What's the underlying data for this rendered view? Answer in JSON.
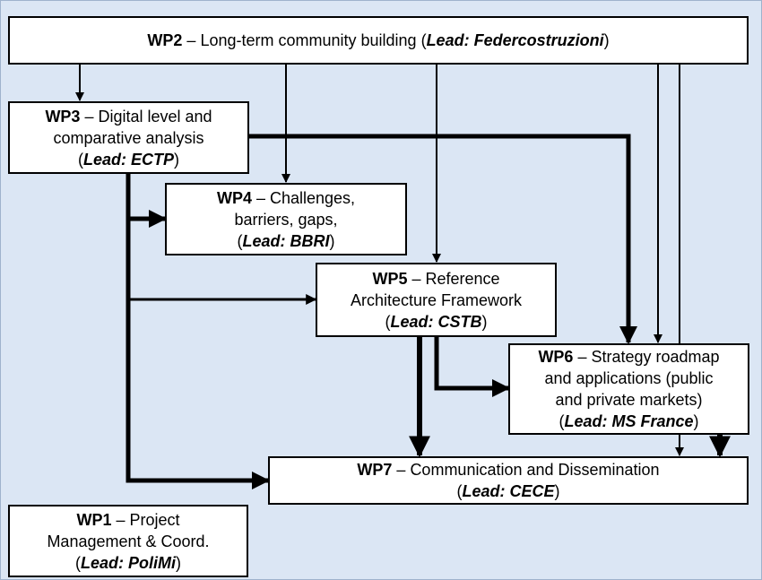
{
  "colors": {
    "background": "#dbe6f4",
    "box_fill": "#ffffff",
    "stroke": "#000000"
  },
  "boxes": {
    "wp2": {
      "code": "WP2",
      "sep": " – ",
      "title": "Long-term community building",
      "open": " (",
      "lead": "Lead: Federcostruzioni",
      "close": ")"
    },
    "wp3": {
      "code": "WP3",
      "sep": " – ",
      "title_1": "Digital level and",
      "title_2": "comparative analysis",
      "open": "(",
      "lead": "Lead: ECTP",
      "close": ")"
    },
    "wp4": {
      "code": "WP4",
      "sep": " – ",
      "title_1": "Challenges,",
      "title_2": "barriers, gaps,",
      "open": "(",
      "lead": "Lead: BBRI",
      "close": ")"
    },
    "wp5": {
      "code": "WP5",
      "sep": " – ",
      "title_1": "Reference",
      "title_2": "Architecture Framework",
      "open": "(",
      "lead": "Lead: CSTB",
      "close": ")"
    },
    "wp6": {
      "code": "WP6",
      "sep": " – ",
      "title_1": "Strategy roadmap",
      "title_2": "and applications (public",
      "title_3": "and private markets)",
      "open": "(",
      "lead": "Lead: MS France",
      "close": ")"
    },
    "wp7": {
      "code": "WP7",
      "sep": " – ",
      "title": "Communication and Dissemination",
      "open": "(",
      "lead": "Lead: CECE",
      "close": ")"
    },
    "wp1": {
      "code": "WP1",
      "sep": " – ",
      "title_1": "Project",
      "title_2": "Management & Coord.",
      "open": "(",
      "lead": "Lead: PoliMi",
      "close": ")"
    }
  }
}
